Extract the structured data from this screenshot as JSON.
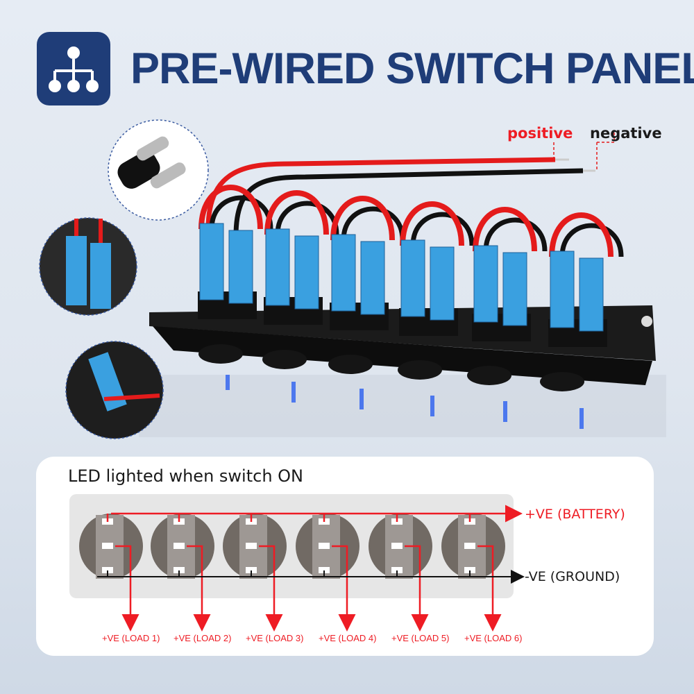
{
  "header": {
    "title": "PRE-WIRED SWITCH PANEL",
    "logo_icon": "network-hierarchy-icon"
  },
  "wires": {
    "positive_label": "positive",
    "negative_label": "negative"
  },
  "diagram": {
    "title": "LED lighted when switch ON",
    "battery_label": "+VE (BATTERY)",
    "ground_label": "-VE (GROUND)",
    "loads": [
      "+VE (LOAD 1)",
      "+VE (LOAD 2)",
      "+VE (LOAD 3)",
      "+VE (LOAD 4)",
      "+VE (LOAD 5)",
      "+VE (LOAD 6)"
    ]
  },
  "colors": {
    "brand": "#1f3d78",
    "positive": "#ee1c24",
    "negative": "#1a1a1a",
    "connector": "#3aa0e0"
  }
}
